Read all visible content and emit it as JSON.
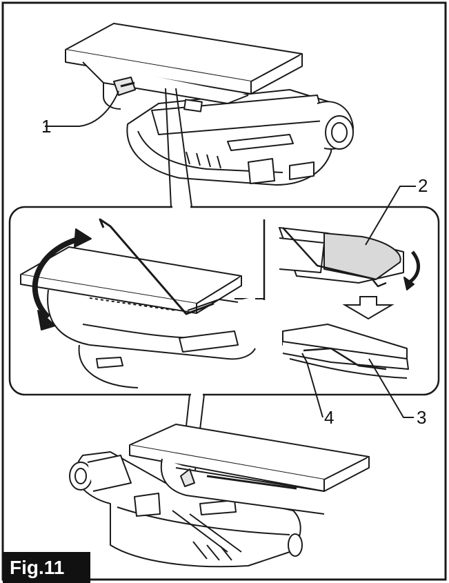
{
  "figure": {
    "label": "Fig.11",
    "callouts": [
      "1",
      "2",
      "3",
      "4"
    ]
  },
  "colors": {
    "line": "#1a1a1a",
    "background": "#ffffff",
    "shade": "#d9d9d9",
    "label_bg": "#111111",
    "label_fg": "#ffffff"
  }
}
